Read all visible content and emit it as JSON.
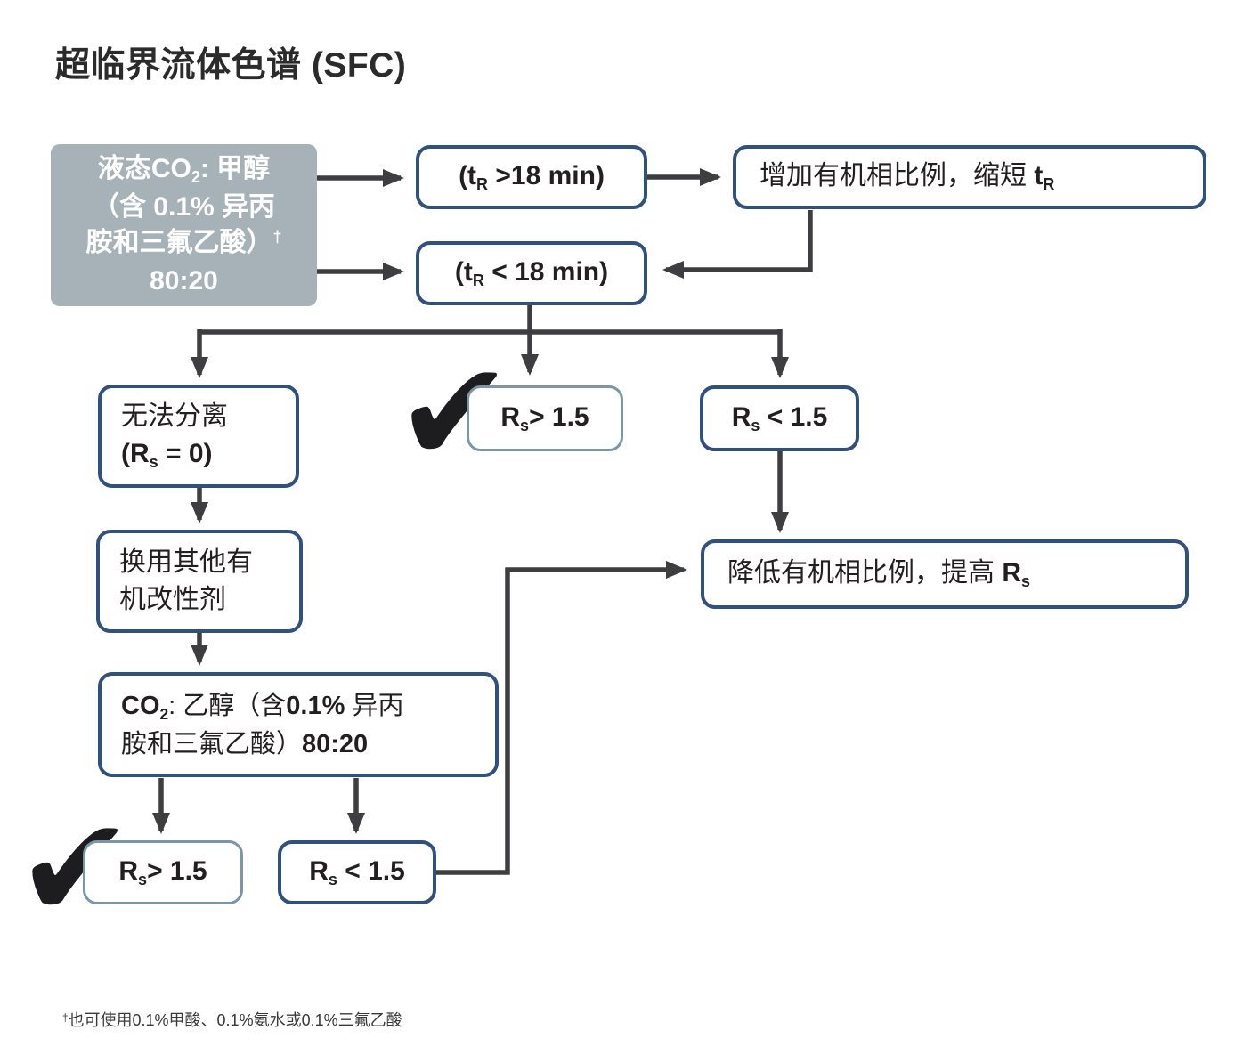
{
  "title": "超临界流体色谱 (SFC)",
  "flow": {
    "start": {
      "l1a": "液态CO",
      "l1sub": "2",
      "l1b": ": 甲醇",
      "l2": "（含 0.1% 异丙",
      "l3a": "胺和三氟乙酸）",
      "l3sup": "†",
      "l4": "80:20"
    },
    "tr_gt18": {
      "a": "(t",
      "sub": "R",
      "b": " >18 min)"
    },
    "increase": {
      "text": "增加有机相比例，缩短 ",
      "t": "t",
      "sub": "R"
    },
    "tr_lt18": {
      "a": "(t",
      "sub": "R",
      "b": " < 18 min)"
    },
    "no_sep": {
      "l1": "无法分离",
      "l2a": "(R",
      "l2sub": "s",
      "l2b": " = 0)"
    },
    "rs_ok_mid": {
      "a": "R",
      "sub": "s",
      "b": "> 1.5"
    },
    "rs_low_top": {
      "a": "R",
      "sub": "s",
      "b": " < 1.5"
    },
    "change": {
      "l1": "换用其他有",
      "l2": "机改性剂"
    },
    "decrease": {
      "text": "降低有机相比例，提高 ",
      "r": "R",
      "sub": "s"
    },
    "co2_ethanol": {
      "l1a": "CO",
      "l1sub": "2",
      "l1b": ": 乙醇（含",
      "l1c": "0.1%",
      "l1d": " 异丙",
      "l2a": "胺和三氟乙酸）",
      "l2b": "80:20"
    },
    "rs_ok_bottom": {
      "a": "R",
      "sub": "s",
      "b": "> 1.5"
    },
    "rs_low_bottom": {
      "a": "R",
      "sub": "s",
      "b": " < 1.5"
    }
  },
  "footnote": {
    "sup": "†",
    "text": "也可使用0.1%甲酸、0.1%氨水或0.1%三氟乙酸"
  },
  "icons": {
    "checkmark": "✔"
  },
  "colors": {
    "border_dark": "#30517e",
    "border_light": "#7b96a6",
    "start_fill": "#a7b1b8",
    "arrow": "#3e3e40",
    "text": "#231f20"
  }
}
